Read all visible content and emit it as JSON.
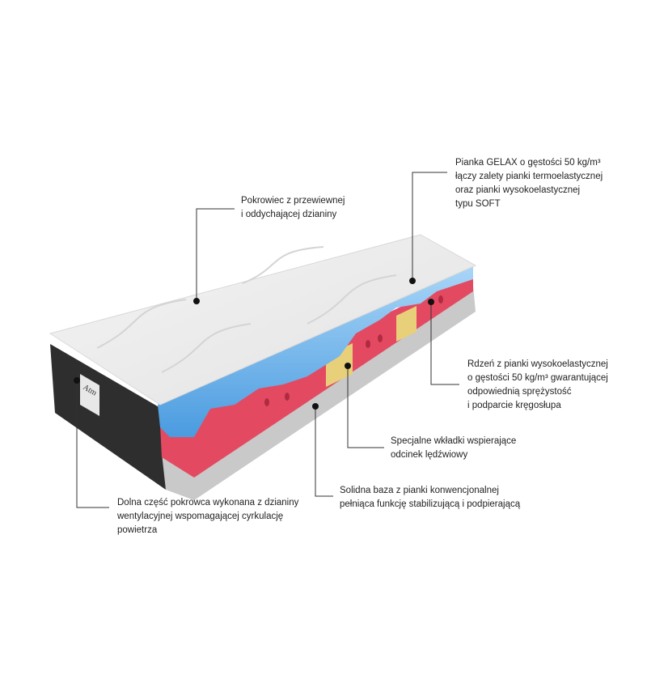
{
  "brand_tag": "Atm",
  "callouts": {
    "cover": {
      "lines": [
        "Pokrowiec z przewiewnej",
        "i oddychającej dzianiny"
      ]
    },
    "gelax": {
      "lines": [
        "Pianka GELAX o gęstości 50 kg/m³",
        "łączy zalety pianki termoelastycznej",
        "oraz pianki wysokoelastycznej",
        "typu SOFT"
      ]
    },
    "core": {
      "lines": [
        "Rdzeń z pianki wysokoelastycznej",
        "o gęstości 50 kg/m³ gwarantującej",
        "odpowiednią sprężystość",
        "i podparcie kręgosłupa"
      ]
    },
    "inserts": {
      "lines": [
        "Specjalne wkładki wspierające",
        "odcinek lędźwiowy"
      ]
    },
    "base": {
      "lines": [
        "Solidna baza z pianki konwencjonalnej",
        "pełniąca funkcję stabilizującą i podpierającą"
      ]
    },
    "bottom": {
      "lines": [
        "Dolna część pokrowca wykonana z dzianiny",
        "wentylacyjnej wspomagającej cyrkulację",
        "powietrza"
      ]
    }
  },
  "colors": {
    "blue": "#6fb6ec",
    "red": "#e34a62",
    "yellow": "#e8cf7a",
    "gray": "#c9c9c9",
    "dark": "#2e2e2e",
    "cover": "#efefef"
  }
}
